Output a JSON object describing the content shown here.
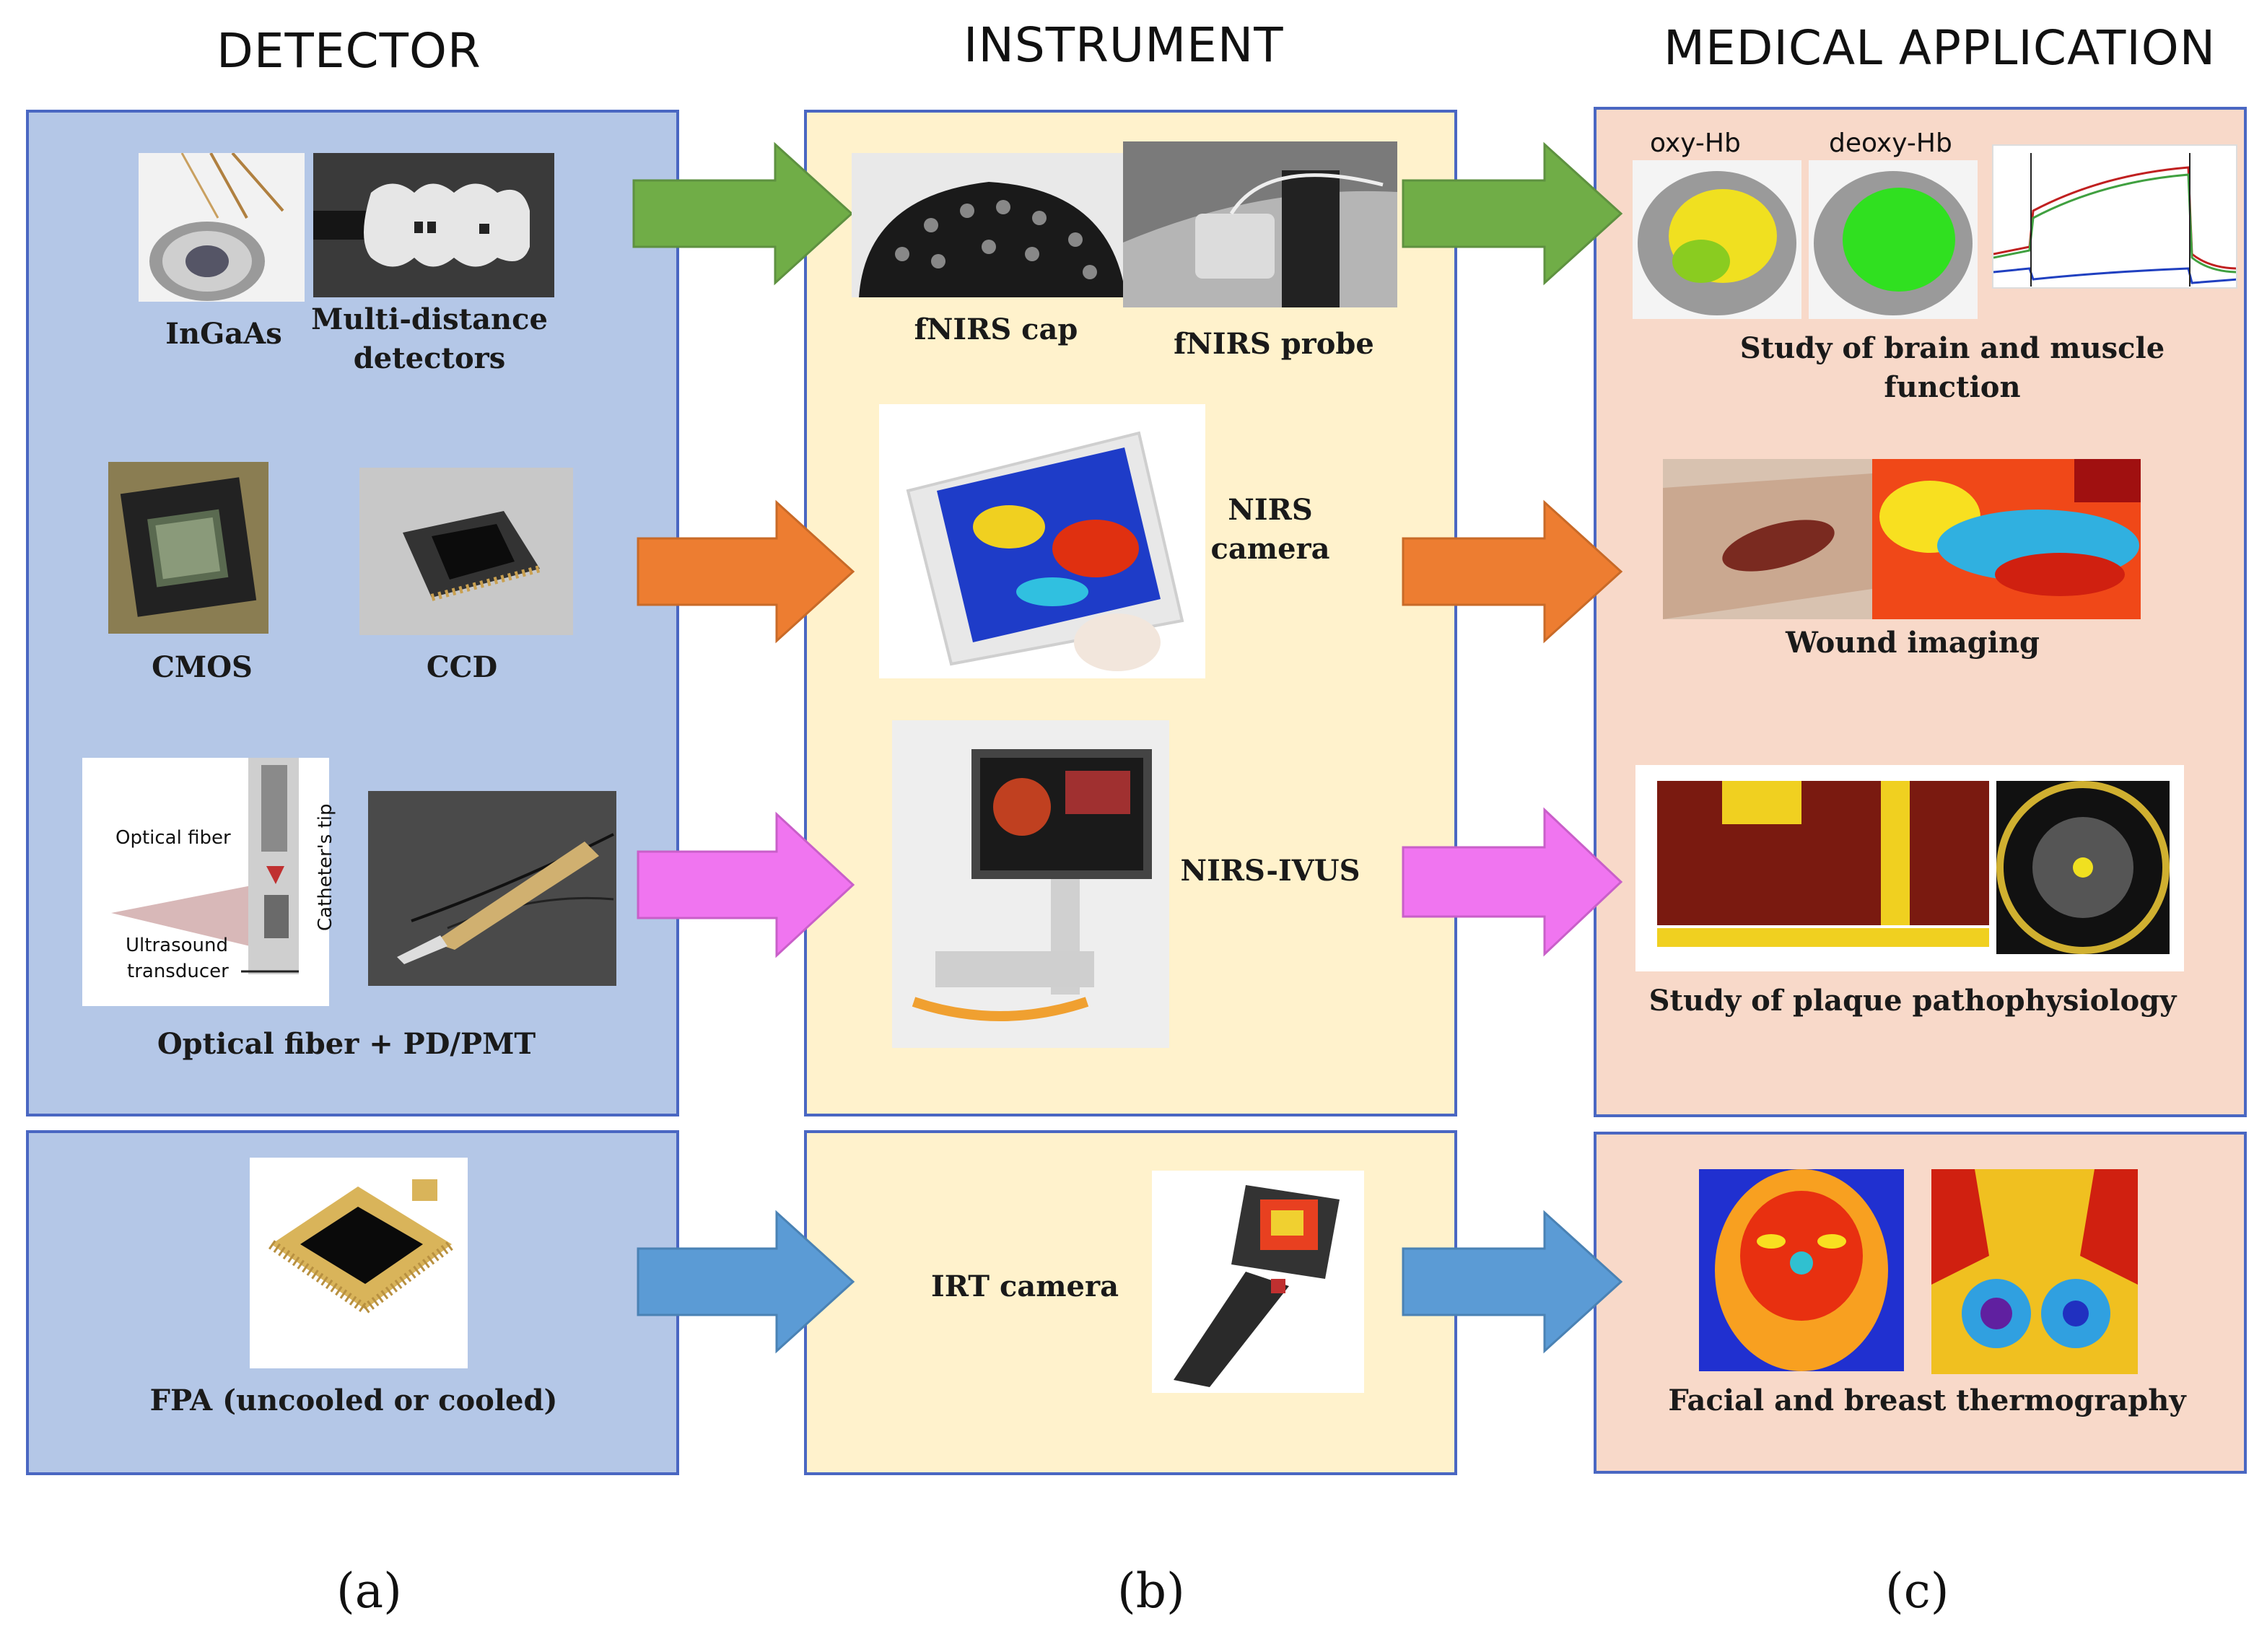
{
  "headers": {
    "detector": "DETECTOR",
    "instrument": "INSTRUMENT",
    "application": "MEDICAL APPLICATION"
  },
  "detector": {
    "ingaas": "InGaAs",
    "multi_distance": "Multi-distance detectors",
    "cmos": "CMOS",
    "ccd": "CCD",
    "optical_fiber_pd": "Optical fiber + PD/PMT",
    "fiber_diagram": {
      "optical_fiber": "Optical fiber",
      "ultrasound": "Ultrasound",
      "transducer": "transducer",
      "catheter_tip": "Catheter's tip"
    },
    "fpa": "FPA (uncooled or cooled)"
  },
  "instrument": {
    "fnirs_cap": "fNIRS cap",
    "fnirs_probe": "fNIRS probe",
    "nirs_camera": "NIRS camera",
    "nirs_ivus": "NIRS-IVUS",
    "irt_camera": "IRT camera"
  },
  "application": {
    "oxy_hb": "oxy-Hb",
    "deoxy_hb": "deoxy-Hb",
    "brain_muscle": "Study of  brain and muscle function",
    "wound": "Wound imaging",
    "plaque": "Study of plaque pathophysiology",
    "thermography": "Facial and breast thermography"
  },
  "subfig_labels": {
    "a": "(a)",
    "b": "(b)",
    "c": "(c)"
  },
  "colors": {
    "arrow_green": "#70ad47",
    "arrow_orange": "#ed7d31",
    "arrow_magenta": "#f075f0",
    "arrow_blue": "#5b9bd5",
    "panel_blue": "#b4c7e7",
    "panel_yellow": "#fff2cc",
    "panel_pink": "#f8d9c9"
  }
}
